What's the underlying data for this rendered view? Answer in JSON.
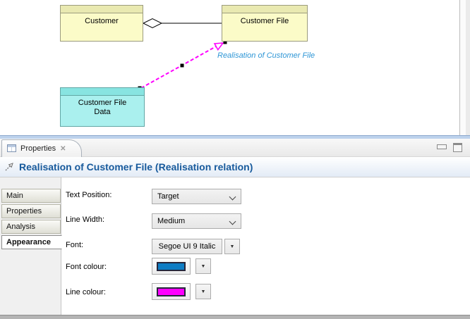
{
  "diagram": {
    "elements": [
      {
        "id": "customer",
        "label": "Customer"
      },
      {
        "id": "customer-file",
        "label": "Customer File"
      },
      {
        "id": "customer-file-data",
        "label": "Customer File Data"
      }
    ],
    "connections": [
      {
        "type": "aggregation",
        "from": "Customer",
        "to": "Customer File"
      },
      {
        "type": "realisation",
        "from": "Customer File Data",
        "to": "Customer File",
        "label": "Realisation of Customer File",
        "selected": true
      }
    ],
    "colors": {
      "element_yellow": "#FBFBC8",
      "element_yellow_header": "#E9E9B1",
      "element_cyan": "#AAF0EE",
      "element_cyan_header": "#88E4E1",
      "realisation_line": "#FF00FF",
      "realisation_label": "#2E96D6"
    }
  },
  "properties_panel": {
    "view_tab": {
      "label": "Properties",
      "icon": "table-icon",
      "close_glyph": "✕"
    },
    "window_buttons": {
      "minimize": "minimize-icon",
      "maximize": "maximize-icon"
    },
    "header": {
      "icon": "realisation-relation-icon",
      "title": "Realisation of Customer File (Realisation relation)",
      "title_color": "#175A9C"
    },
    "side_tabs": [
      {
        "label": "Main",
        "selected": false
      },
      {
        "label": "Properties",
        "selected": false
      },
      {
        "label": "Analysis",
        "selected": false
      },
      {
        "label": "Appearance",
        "selected": true
      }
    ],
    "fields": [
      {
        "label": "Text Position:",
        "value": "Target",
        "control": "combo"
      },
      {
        "label": "Line Width:",
        "value": "Medium",
        "control": "combo"
      },
      {
        "label": "Font:",
        "value": "Segoe UI 9  Italic",
        "control": "button-dropdown"
      },
      {
        "label": "Font colour:",
        "color": "#0E7DC4",
        "control": "color-dropdown"
      },
      {
        "label": "Line colour:",
        "color": "#FF00FF",
        "control": "color-dropdown"
      }
    ],
    "dropdown_glyph": "▼"
  }
}
